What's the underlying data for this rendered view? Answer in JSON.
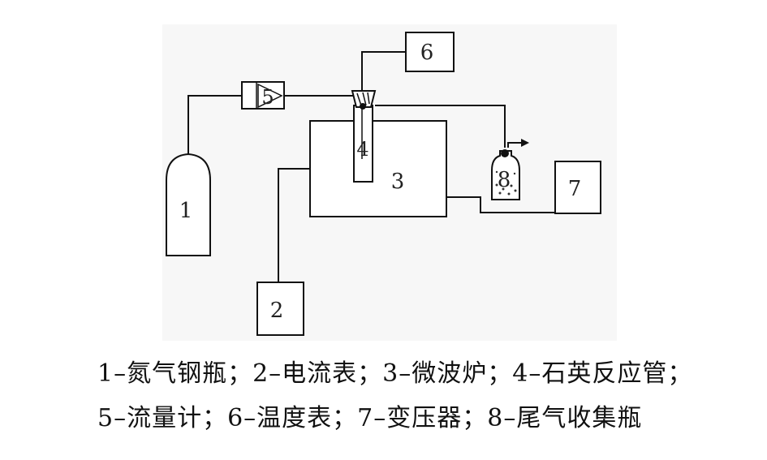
{
  "diagram": {
    "components": [
      {
        "id": "1",
        "label": "1"
      },
      {
        "id": "2",
        "label": "2"
      },
      {
        "id": "3",
        "label": "3"
      },
      {
        "id": "4",
        "label": "4"
      },
      {
        "id": "5",
        "label": "5"
      },
      {
        "id": "6",
        "label": "6"
      },
      {
        "id": "7",
        "label": "7"
      },
      {
        "id": "8",
        "label": "8"
      }
    ]
  },
  "caption": {
    "line1": "1–氮气钢瓶；2–电流表；3–微波炉；4–石英反应管；",
    "line2": "5–流量计；6–温度表；7–变压器；8–尾气收集瓶"
  }
}
